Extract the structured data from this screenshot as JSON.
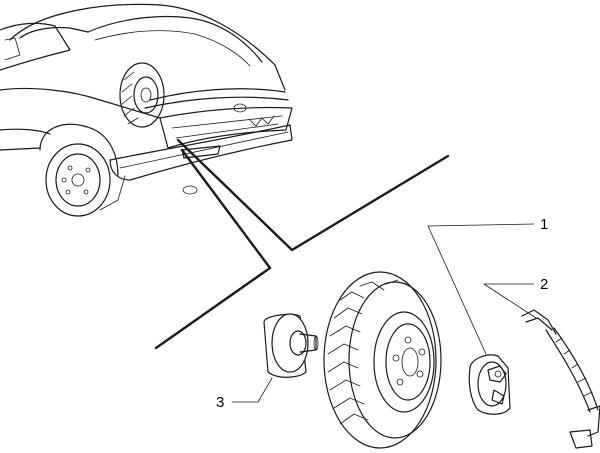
{
  "diagram": {
    "callouts": [
      {
        "id": "1",
        "label": "1",
        "part": "wheel-retainer-bracket"
      },
      {
        "id": "2",
        "label": "2",
        "part": "strap"
      },
      {
        "id": "3",
        "label": "3",
        "part": "wheel-nut-knob"
      }
    ]
  }
}
